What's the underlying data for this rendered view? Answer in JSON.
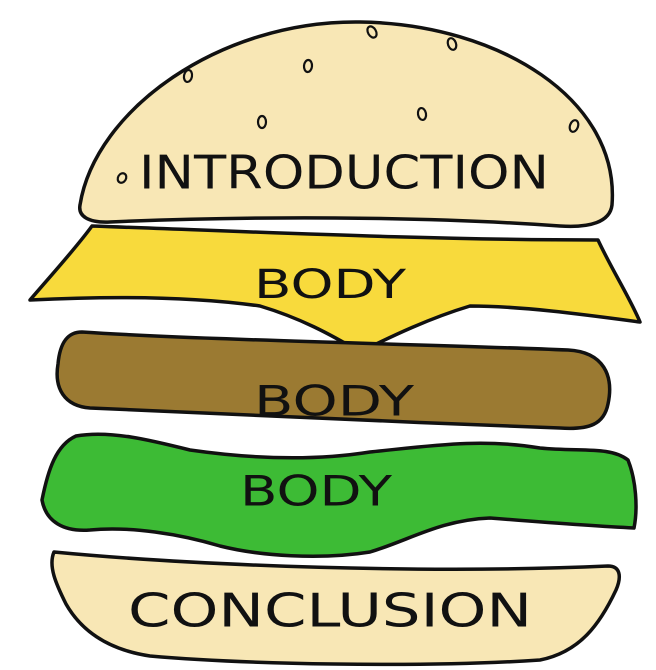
{
  "layers": {
    "top_bun": {
      "label": "INTRODUCTION",
      "color": "#f8e7b5"
    },
    "cheese": {
      "label": "BODY",
      "color": "#f8da3c"
    },
    "patty": {
      "label": "BODY",
      "color": "#9b7a32"
    },
    "lettuce": {
      "label": "BODY",
      "color": "#3dbb35"
    },
    "bottom_bun": {
      "label": "CONCLUSION",
      "color": "#f8e7b5"
    }
  },
  "outline_color": "#111111"
}
